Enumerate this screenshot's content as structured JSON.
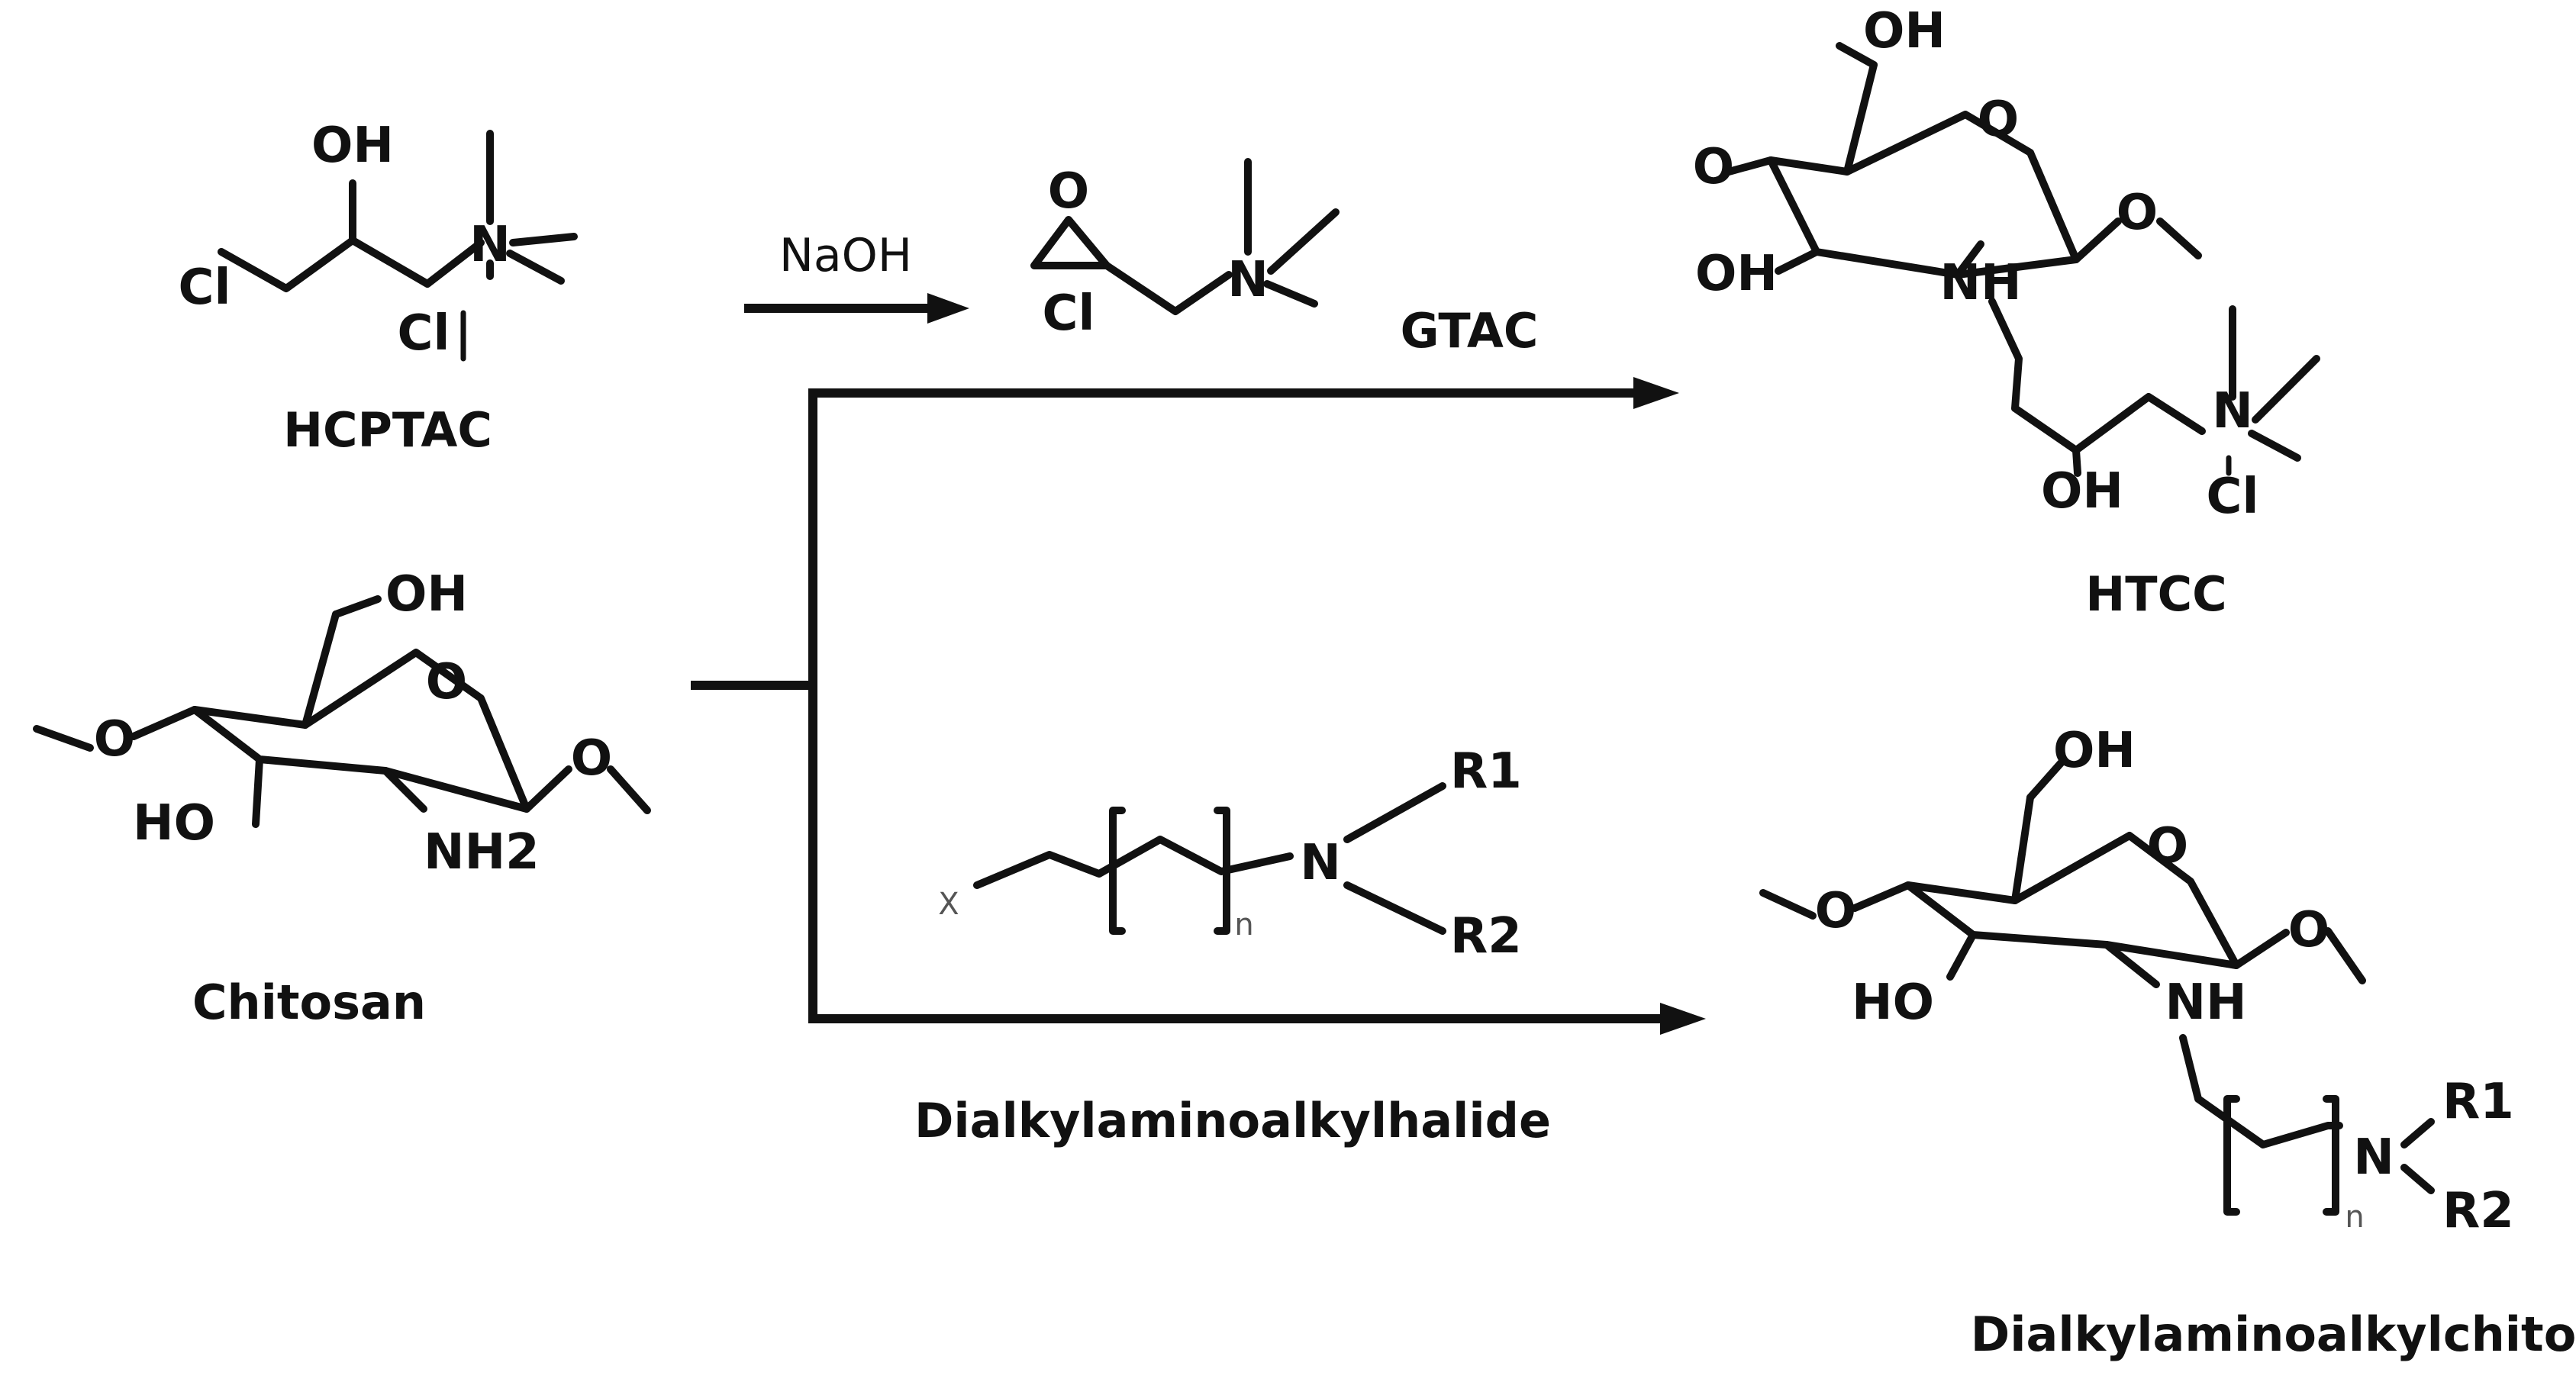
{
  "compounds": {
    "hcptac": {
      "name": "HCPTAC",
      "atoms": {
        "oh": "OH",
        "cl1": "Cl",
        "n": "N",
        "cl2": "Cl"
      }
    },
    "gtac": {
      "name": "GTAC",
      "atoms": {
        "o": "O",
        "cl": "Cl",
        "n": "N"
      }
    },
    "chitosan": {
      "name": "Chitosan",
      "atoms": {
        "oh": "OH",
        "ring_o": "O",
        "left_o": "O",
        "ho": "HO",
        "nh2": "NH2"
      }
    },
    "htcc": {
      "name": "HTCC",
      "atoms": {
        "oh_top": "OH",
        "ring_o": "O",
        "left_o": "O",
        "ho": "OH",
        "nh": "NH",
        "oh_chain": "OH",
        "n": "N",
        "cl": "Cl"
      }
    },
    "dialkyl_halide": {
      "name": "Dialkylaminoalkylhalide",
      "atoms": {
        "x": "X",
        "n": "N",
        "r1": "R1",
        "r2": "R2",
        "sub": "n"
      }
    },
    "dialkyl_chitosan": {
      "name": "Dialkylaminoalkylchitosan",
      "atoms": {
        "oh": "OH",
        "ring_o": "O",
        "left_o": "O",
        "ho": "HO",
        "nh": "NH",
        "n": "N",
        "r1": "R1",
        "r2": "R2",
        "sub": "n"
      }
    }
  },
  "reagents": {
    "naoh": "NaOH"
  }
}
